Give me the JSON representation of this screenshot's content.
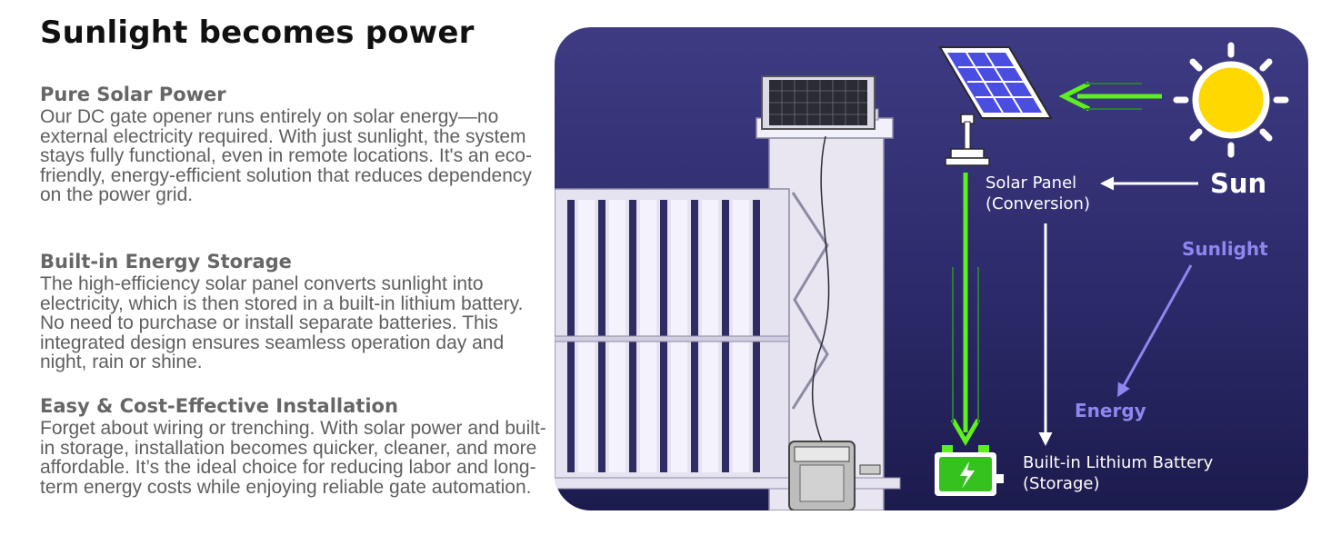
{
  "title": "Sunlight becomes power",
  "sections": [
    {
      "heading": "Pure Solar Power",
      "body": "Our DC gate opener runs entirely on solar energy—no external electricity required. With just sunlight, the system stays fully functional, even in remote locations. It's an eco-friendly, energy-efficient solution that reduces dependency on the power grid."
    },
    {
      "heading": "Built-in Energy Storage",
      "body": "The high-efficiency solar panel converts sunlight into electricity, which is then stored in a built-in lithium battery. No need to purchase or install separate batteries. This integrated design ensures seamless operation day and night, rain or shine."
    },
    {
      "heading": "Easy & Cost-Effective Installation",
      "body": "Forget about wiring or trenching. With solar power and built-in storage, installation becomes quicker, cleaner, and more affordable. It’s the ideal choice for reducing labor and long-term energy costs while enjoying reliable gate automation."
    }
  ],
  "diagram": {
    "solar_panel_line1": "Solar Panel",
    "solar_panel_line2": "(Conversion)",
    "sun": "Sun",
    "sunlight": "Sunlight",
    "energy": "Energy",
    "battery_line1": "Built-in Lithium Battery",
    "battery_line2": "(Storage)"
  },
  "colors": {
    "panel_top": "#3e3b83",
    "panel_bottom": "#1c1b4d",
    "green_arrow": "#5ef01c",
    "sunlight_purple": "#8f86ef",
    "sun_yellow": "#ffd800",
    "solar_cell_blue": "#4a4ee0"
  },
  "icons": [
    "sun-icon",
    "solar-panel-icon",
    "battery-icon",
    "gate-illustration",
    "gate-opener-motor-icon"
  ]
}
